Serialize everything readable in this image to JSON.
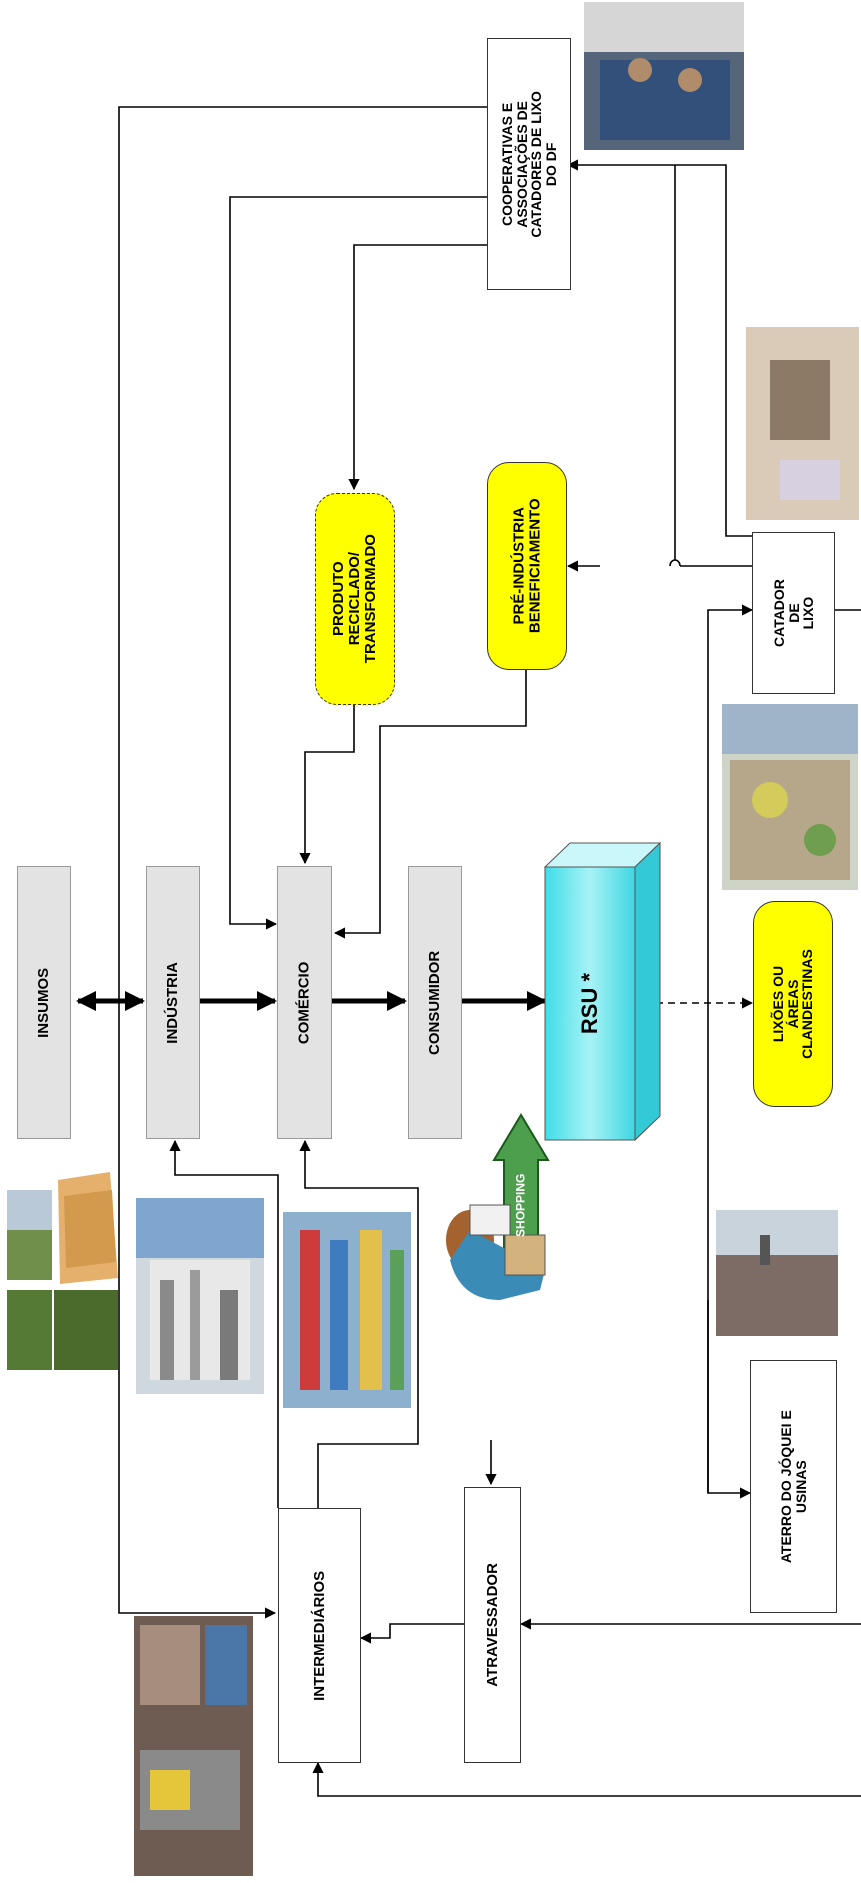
{
  "boxes": {
    "insumos": "INSUMOS",
    "industria": "INDÚSTRIA",
    "comercio": "COMÉRCIO",
    "consumidor": "CONSUMIDOR",
    "rsu": "RSU *",
    "produto": "PRODUTO\nRECICLADO/\nTRANSFORMADO",
    "pre_industria": "PRÉ-INDÚSTRIA\nBENEFICIAMENTO",
    "cooperativas": "COOPERATIVAS E\nASSOCIAÇÕES DE\nCATADORES DE LIXO\nDO DF",
    "catador": "CATADOR\nDE\nLIXO",
    "lixoes": "LIXÕES OU\nÁREAS\nCLANDESTINAS",
    "aterro": "ATERRO DO JÓQUEI E\nUSINAS",
    "atravessador": "ATRAVESSADOR",
    "intermediarios": "INTERMEDIÁRIOS"
  },
  "illustrations": {
    "shopping_sign": "SHOPPING"
  },
  "colors": {
    "gray_box": "#e3e3e3",
    "yellow_box": "#ffff00",
    "rsu_cyan": "#6fe6ee",
    "line": "#000000"
  }
}
